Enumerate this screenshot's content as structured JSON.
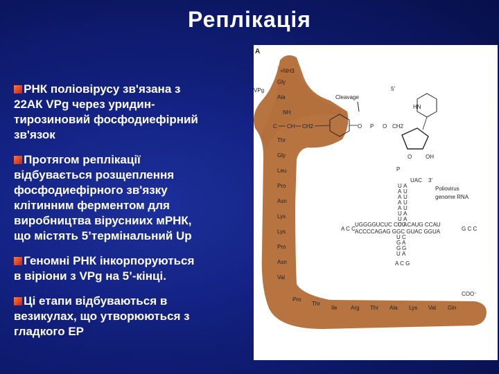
{
  "title": "Реплікація",
  "bullets": [
    {
      "lines": [
        "РНК поліовірусу  зв'язана з",
        "22АК VPg через уридин-",
        "тирозиновий фосфодиефірний",
        "зв'язок"
      ]
    },
    {
      "lines": [
        "Протягом реплікації",
        "відбувається розщеплення",
        "фосфодиефірного зв'язку",
        "клітинним ферментом для",
        "виробництва вірусниих мРНК,",
        "що містять 5’термінальний Up"
      ]
    },
    {
      "lines": [
        "Геномні РНК інкорпоруються",
        "в віріони з VPg на 5’-кінці."
      ]
    },
    {
      "lines": [
        "Ці етапи відбуваються в",
        "везикулах, що утворюються з",
        "гладкого ЕР"
      ]
    }
  ],
  "figure": {
    "panel_label": "A",
    "vpg_label": "VPg",
    "cleavage_label": "Cleavage",
    "five_prime_label": "5'",
    "three_prime_label": "3'",
    "p_label": "P",
    "o_label": "O",
    "oh_label": "OH",
    "genome_label_1": "Poliovirus",
    "genome_label_2": "genome RNA",
    "nh3_label": "+NH3",
    "cooh_label": "COO⁻",
    "hn_label": "HN",
    "nh_label": "NH",
    "c_label": "C",
    "ch_label": "CH",
    "ch2_label": "CH2",
    "residues_vertical": [
      "Gly",
      "Ala",
      "Thr",
      "Gly",
      "Leu",
      "Pro",
      "Asn",
      "Lys",
      "Lys",
      "Pro",
      "Asn",
      "Val"
    ],
    "residues_bottom": [
      "Pro",
      "Thr",
      "Ile",
      "Arg",
      "Thr",
      "Ala",
      "Lys",
      "Val",
      "Gln"
    ],
    "rna_stem_vertical": [
      "U",
      "A",
      "A",
      "A",
      "A",
      "U",
      "U",
      "U"
    ],
    "rna_row1": "UGGGGUCUC  CCC CAUG  CCAU",
    "rna_row2": "ACCCCAGAG  GGC GUAC  GGUA",
    "rna_loop_left": "A C C",
    "rna_loop_right": "G C C",
    "rna_lower_stem": [
      "U",
      "C",
      "G",
      "A",
      "G",
      "G",
      "U",
      "A"
    ],
    "rna_lower_tail": "A C G",
    "uac_label": "UAC"
  }
}
